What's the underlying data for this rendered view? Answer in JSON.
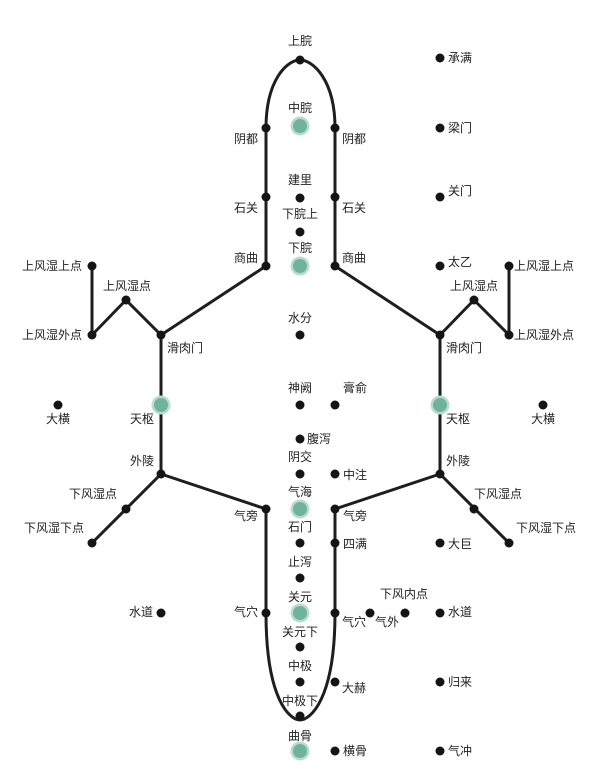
{
  "colors": {
    "point": "#151515",
    "highlight_fill": "#6fb39d",
    "highlight_ring": "#b9dccf",
    "line": "#1e1e1e",
    "text": "#222222"
  },
  "points": [
    {
      "id": "shangwan",
      "name": "上脘"
    },
    {
      "id": "zhongwan",
      "name": "中脘",
      "highlight": true
    },
    {
      "id": "jianli",
      "name": "建里"
    },
    {
      "id": "xiawanshang",
      "name": "下脘上"
    },
    {
      "id": "xiawan",
      "name": "下脘",
      "highlight": true
    },
    {
      "id": "shuifen",
      "name": "水分"
    },
    {
      "id": "shenque",
      "name": "神阙"
    },
    {
      "id": "gaoshu",
      "name": "膏俞"
    },
    {
      "id": "fuxie",
      "name": "腹泻"
    },
    {
      "id": "yinjiao",
      "name": "阴交"
    },
    {
      "id": "zhongzhu",
      "name": "中注"
    },
    {
      "id": "qihai",
      "name": "气海",
      "highlight": true
    },
    {
      "id": "shimen",
      "name": "石门"
    },
    {
      "id": "simang",
      "name": "四满"
    },
    {
      "id": "zhixie",
      "name": "止泻"
    },
    {
      "id": "guanyuan",
      "name": "关元",
      "highlight": true
    },
    {
      "id": "guanyuanxia",
      "name": "关元下"
    },
    {
      "id": "zhongji",
      "name": "中极"
    },
    {
      "id": "zhongjixia",
      "name": "中极下"
    },
    {
      "id": "qugu",
      "name": "曲骨",
      "highlight": true
    },
    {
      "id": "dahe",
      "name": "大赫"
    },
    {
      "id": "henggu",
      "name": "横骨"
    },
    {
      "id": "yindu_l",
      "name": "阴都"
    },
    {
      "id": "shiguan_l",
      "name": "石关"
    },
    {
      "id": "shangqu_l",
      "name": "商曲"
    },
    {
      "id": "yindu_r",
      "name": "阴都"
    },
    {
      "id": "shiguan_r",
      "name": "石关"
    },
    {
      "id": "shangqu_r",
      "name": "商曲"
    },
    {
      "id": "huaroumen_l",
      "name": "滑肉门"
    },
    {
      "id": "huaroumen_r",
      "name": "滑肉门"
    },
    {
      "id": "shangfengshi_l",
      "name": "上风湿点"
    },
    {
      "id": "shangfengshi_r",
      "name": "上风湿点"
    },
    {
      "id": "shangfengshishang_l",
      "name": "上风湿上点"
    },
    {
      "id": "shangfengshishang_r",
      "name": "上风湿上点"
    },
    {
      "id": "shangfengshiwai_l",
      "name": "上风湿外点"
    },
    {
      "id": "shangfengshiwai_r",
      "name": "上风湿外点"
    },
    {
      "id": "tianshu_l",
      "name": "天枢",
      "highlight": true
    },
    {
      "id": "tianshu_r",
      "name": "天枢",
      "highlight": true
    },
    {
      "id": "daheng_l",
      "name": "大横"
    },
    {
      "id": "daheng_r",
      "name": "大横"
    },
    {
      "id": "wailing_l",
      "name": "外陵"
    },
    {
      "id": "wailing_r",
      "name": "外陵"
    },
    {
      "id": "xiafengshi_l",
      "name": "下风湿点"
    },
    {
      "id": "xiafengshi_r",
      "name": "下风湿点"
    },
    {
      "id": "xiafengshixia_l",
      "name": "下风湿下点"
    },
    {
      "id": "xiafengshixia_r",
      "name": "下风湿下点"
    },
    {
      "id": "qipang_l",
      "name": "气旁"
    },
    {
      "id": "qipang_r",
      "name": "气旁"
    },
    {
      "id": "qixue_l",
      "name": "气穴"
    },
    {
      "id": "qixue_r",
      "name": "气穴"
    },
    {
      "id": "shuidao_l",
      "name": "水道"
    },
    {
      "id": "shuidao_r",
      "name": "水道"
    },
    {
      "id": "qiwai",
      "name": "气外"
    },
    {
      "id": "xiafengnei",
      "name": "下风内点"
    },
    {
      "id": "chengman",
      "name": "承满"
    },
    {
      "id": "liangmen",
      "name": "梁门"
    },
    {
      "id": "guanmen",
      "name": "关门"
    },
    {
      "id": "taiyi",
      "name": "太乙"
    },
    {
      "id": "daju",
      "name": "大巨"
    },
    {
      "id": "guilai",
      "name": "归来"
    },
    {
      "id": "qichong",
      "name": "气冲"
    }
  ]
}
